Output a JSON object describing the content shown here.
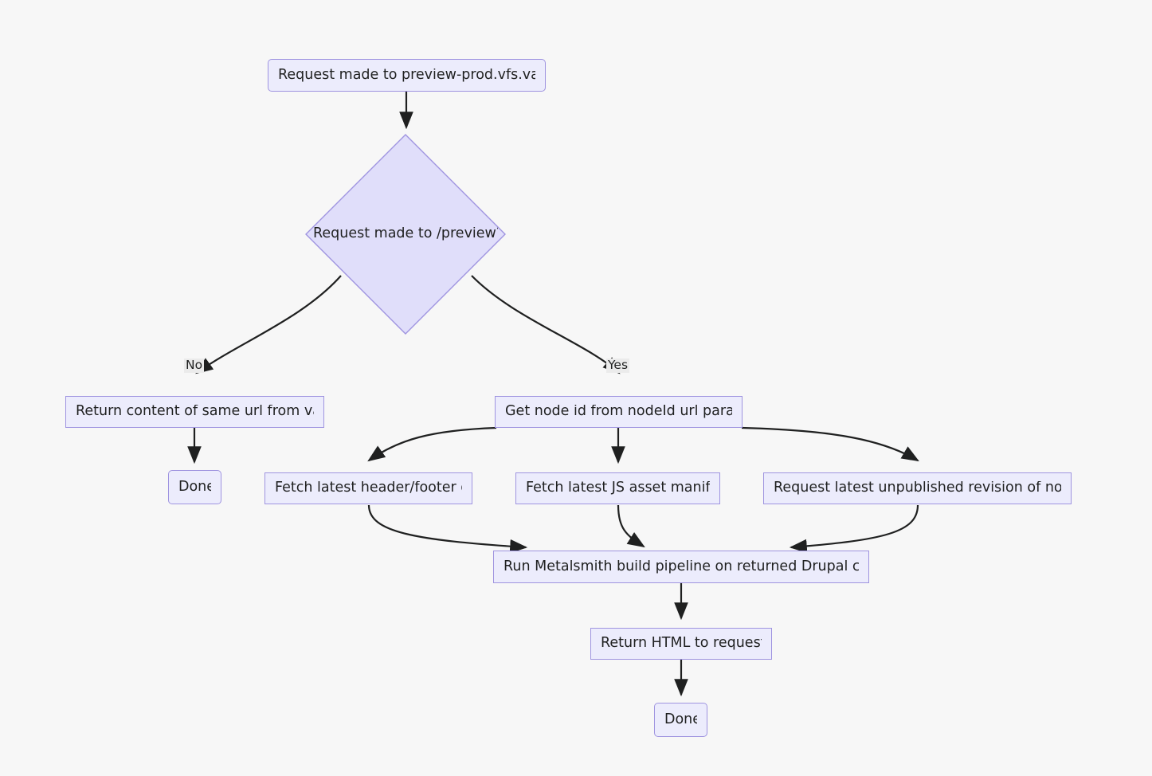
{
  "diagram": {
    "type": "flowchart",
    "direction": "top-down",
    "background_color": "#f7f7f7",
    "node_fill_color": "#ececfc",
    "node_border_color": "#9f94e0",
    "diamond_fill_color": "#e0defa",
    "edge_color": "#1f2020",
    "edge_label_background": "#ebebeb",
    "text_color": "#1f2020"
  },
  "nodes": {
    "request_preview_prod": {
      "label": "Request made to preview-prod.vfs.va.gov",
      "shape": "rounded-rect"
    },
    "is_preview_decision": {
      "label": "Request made to /preview?",
      "shape": "diamond"
    },
    "return_same_url": {
      "label": "Return content of same url from va.gov",
      "shape": "rect"
    },
    "get_node_id": {
      "label": "Get node id from nodeId url parameter",
      "shape": "rect"
    },
    "done_left": {
      "label": "Done",
      "shape": "rounded-rect"
    },
    "fetch_header_footer": {
      "label": "Fetch latest header/footer data",
      "shape": "rect"
    },
    "fetch_js_manifest": {
      "label": "Fetch latest JS asset manifest",
      "shape": "rect"
    },
    "request_unpublished_revision": {
      "label": "Request latest unpublished revision of node id",
      "shape": "rect"
    },
    "run_metalsmith": {
      "label": "Run Metalsmith build pipeline on returned Drupal content",
      "shape": "rect"
    },
    "return_html": {
      "label": "Return HTML to requestor",
      "shape": "rect"
    },
    "done_bottom": {
      "label": "Done",
      "shape": "rounded-rect"
    }
  },
  "edge_labels": {
    "no": "No",
    "yes": "Yes"
  }
}
